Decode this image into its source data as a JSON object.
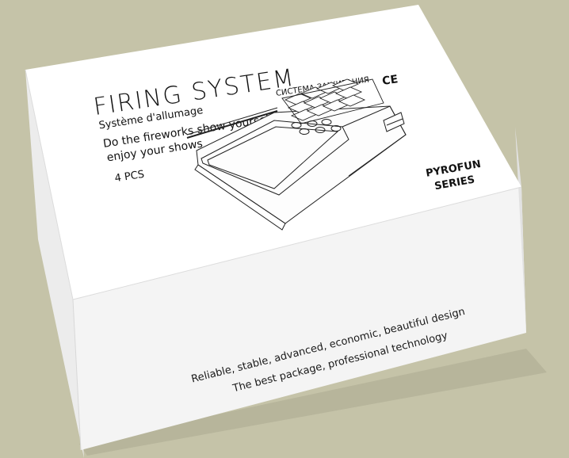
{
  "box": {
    "title": "FIRING SYSTEM",
    "subtitle_fr": "Système d'allumage",
    "subtitle_ru": "СИСТЕМА ЗАЖИГАНИЯ",
    "ce_mark": "CE",
    "slogan_line1": "Do the fireworks show yourself",
    "slogan_line2": "enjoy your shows",
    "quantity": "4 PCS",
    "badge_line1": "PYROFUN",
    "badge_line2": "SERIES",
    "side_line1": "Reliable, stable, advanced, economic, beautiful design",
    "side_line2": "The best package, professional technology"
  },
  "colors": {
    "background": "#c5c3a8",
    "box_top": "#ffffff",
    "box_side": "#f3f3f3",
    "box_edge": "#e4e4e4",
    "ink": "#111111"
  },
  "icons": {
    "device": "firing-controller-illustration"
  }
}
